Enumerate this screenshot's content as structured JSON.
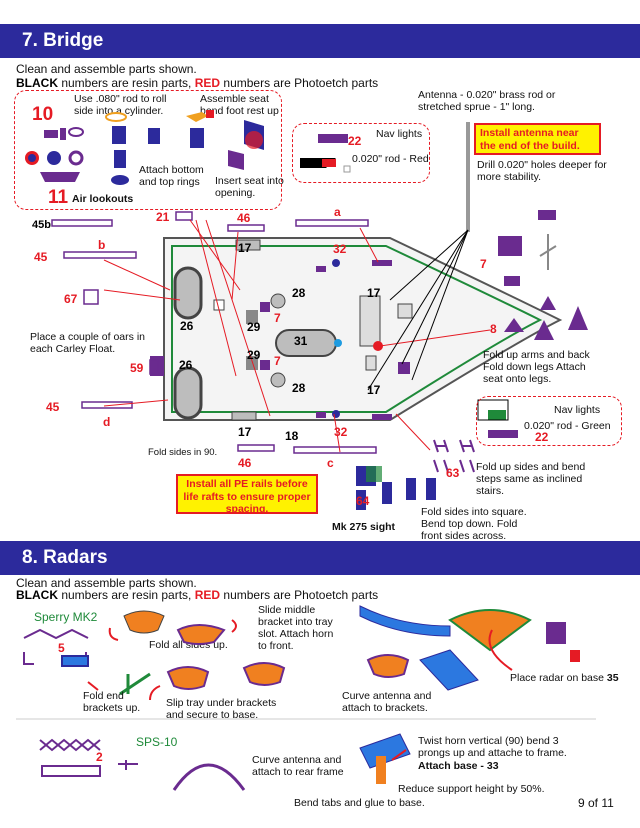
{
  "section7": {
    "title": "7. Bridge",
    "intro_line1": "Clean and assemble parts shown.",
    "intro_black": "BLACK",
    "intro_mid": " numbers are resin parts, ",
    "intro_red": "RED",
    "intro_end": " numbers are Photoetch parts",
    "lookout_box": {
      "part10": "10",
      "part11": "11",
      "air_lookouts": "Air lookouts",
      "note_roll": "Use .080\" rod to roll side into a cylinder.",
      "note_seat": "Assemble seat bend foot rest up",
      "note_rings": "Attach bottom and top rings",
      "note_insert": "Insert seat into opening."
    },
    "navlights_top": {
      "part": "22",
      "label": "Nav lights",
      "rod": "0.020\" rod - Red"
    },
    "navlights_bottom": {
      "part": "22",
      "label": "Nav lights",
      "rod": "0.020\" rod - Green"
    },
    "antenna_note": "Antenna - 0.020\" brass rod or stretched sprue - 1\" long.",
    "antenna_callout": "Install antenna near the end of the build.",
    "drill_note": "Drill 0.020\" holes deeper for more stability.",
    "rails_callout": "Install all PE rails before life rafts to ensure proper spacing.",
    "oars_note": "Place a couple of oars in each Carley Float.",
    "fold_sides_90": "Fold sides in 90.",
    "arms_note": "Fold up arms and back Fold down legs Attach seat onto legs.",
    "stairs_note": "Fold up sides and bend steps same as inclined stairs.",
    "sight_note": "Fold sides into square. Bend top down. Fold front sides across.",
    "mk275": "Mk 275 sight",
    "labels_red": {
      "p21": "21",
      "p46a": "46",
      "pa": "a",
      "pb": "b",
      "p45a": "45",
      "p67": "67",
      "p59": "59",
      "p45b": "45",
      "pd": "d",
      "p32a": "32",
      "p7a": "7",
      "p7b": "7",
      "p7c": "7",
      "p8": "8",
      "p32b": "32",
      "p46b": "46",
      "pc": "c",
      "p63": "63",
      "p64": "64"
    },
    "labels_black": {
      "p45b": "45b",
      "p17a": "17",
      "p28a": "28",
      "p17b": "17",
      "p26a": "26",
      "p29a": "29",
      "p31": "31",
      "p29b": "29",
      "p26b": "26",
      "p28b": "28",
      "p17c": "17",
      "p17d": "17",
      "p18": "18"
    }
  },
  "section8": {
    "title": "8. Radars",
    "intro_line1": "Clean and assemble parts shown.",
    "intro_black": "BLACK",
    "intro_mid": " numbers are resin parts, ",
    "intro_red": "RED",
    "intro_end": " numbers are Photoetch parts",
    "sperry": "Sperry MK2",
    "part5": "5",
    "fold_all": "Fold all sides up.",
    "slide_bracket": "Slide middle bracket into tray slot. Attach horn to front.",
    "fold_end": "Fold end brackets up.",
    "slip_tray": "Slip tray under brackets and secure to base.",
    "curve_antenna": "Curve antenna and attach to brackets.",
    "place_radar": "Place radar on base",
    "base_num": "35",
    "sps10": "SPS-10",
    "part2": "2",
    "curve_rear": "Curve antenna and attach to rear frame",
    "twist_horn": "Twist horn vertical (90) bend 3 prongs up and attache to frame.",
    "attach_base": "Attach base - 33",
    "reduce": "Reduce support height by 50%.",
    "bend_tabs": "Bend tabs and glue to base."
  },
  "page_number": "9 of 11",
  "colors": {
    "header": "#2c2a9c",
    "red": "#e51b24",
    "callout": "#fff200",
    "purple": "#6a2b8f",
    "green": "#1f8a3a"
  }
}
